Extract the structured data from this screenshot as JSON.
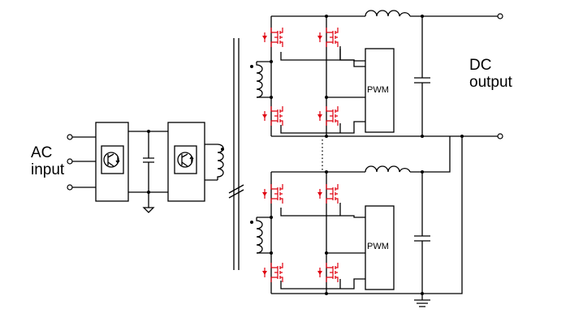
{
  "labels": {
    "ac_input_line1": "AC",
    "ac_input_line2": "input",
    "dc_output_line1": "DC",
    "dc_output_line2": "output",
    "pwm_top": "PWM",
    "pwm_bottom": "PWM"
  },
  "colors": {
    "wire": "#000000",
    "mosfet": "#e0000f",
    "background": "#ffffff"
  }
}
